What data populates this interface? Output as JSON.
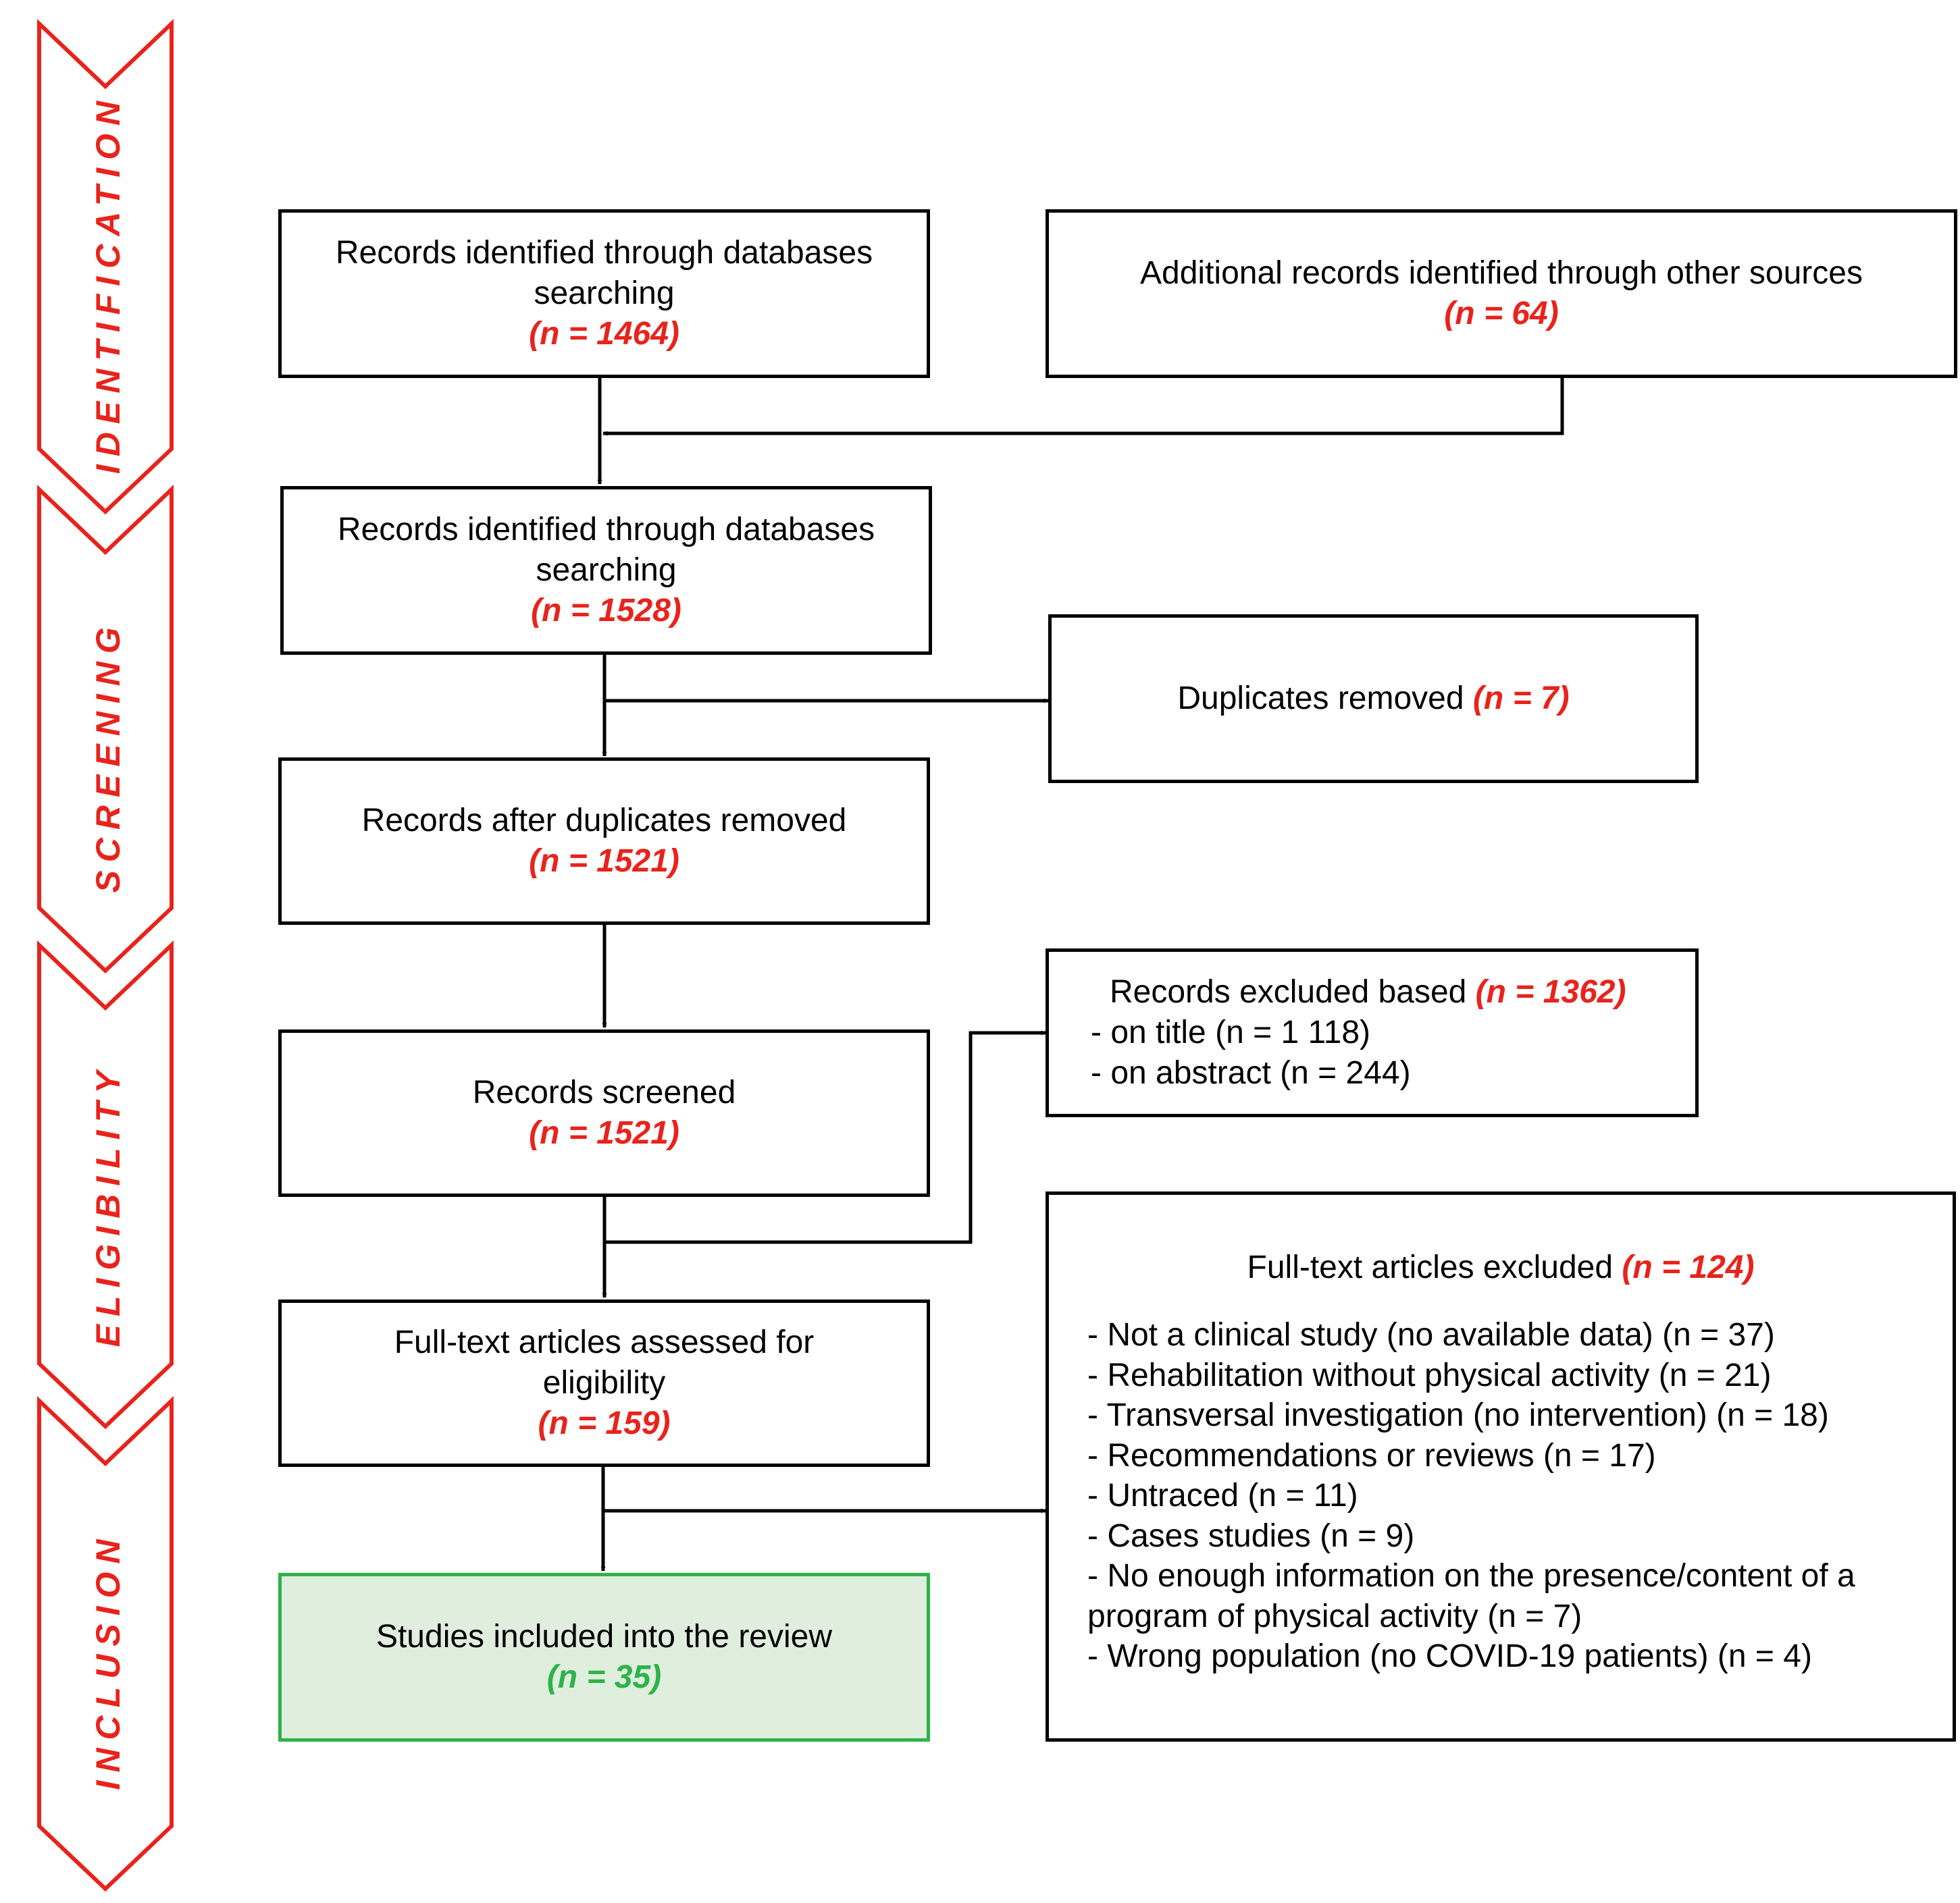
{
  "phases": [
    "IDENTIFICATION",
    "SCREENING",
    "ELIGIBILITY",
    "INCLUSION"
  ],
  "boxes": {
    "db_search": {
      "text": "Records identified through databases searching",
      "n": "(n = 1464)"
    },
    "other_sources": {
      "text": "Additional records identified through other sources",
      "n": "(n = 64)"
    },
    "combined": {
      "text": "Records identified through databases searching",
      "n": "(n = 1528)"
    },
    "duplicates": {
      "text": "Duplicates removed",
      "n": "(n = 7)"
    },
    "after_duplicates": {
      "text": "Records after duplicates removed",
      "n": "(n = 1521)"
    },
    "excluded_records": {
      "text": "Records excluded based",
      "n": "(n = 1362)",
      "items": [
        "- on title (n = 1 118)",
        "- on abstract (n = 244)"
      ]
    },
    "screened": {
      "text": "Records screened",
      "n": "(n = 1521)"
    },
    "fulltext_excluded": {
      "text": "Full-text articles excluded",
      "n": "(n = 124)",
      "items": [
        "- Not a clinical study (no available data) (n = 37)",
        "- Rehabilitation without physical activity (n = 21)",
        "- Transversal investigation (no intervention) (n = 18)",
        "- Recommendations or reviews (n = 17)",
        "- Untraced (n = 11)",
        "- Cases studies (n = 9)",
        "- No enough information on the presence/content of a",
        "program of physical activity (n = 7)",
        "- Wrong population (no COVID-19 patients) (n = 4)"
      ]
    },
    "assessed": {
      "text": "Full-text articles assessed for eligibility",
      "n": "(n = 159)"
    },
    "included": {
      "text": "Studies included into the review",
      "n": "(n = 35)"
    }
  },
  "colors": {
    "accent": "#e8231c",
    "included": "#2db34a",
    "included_fill": "#dfeedd"
  }
}
